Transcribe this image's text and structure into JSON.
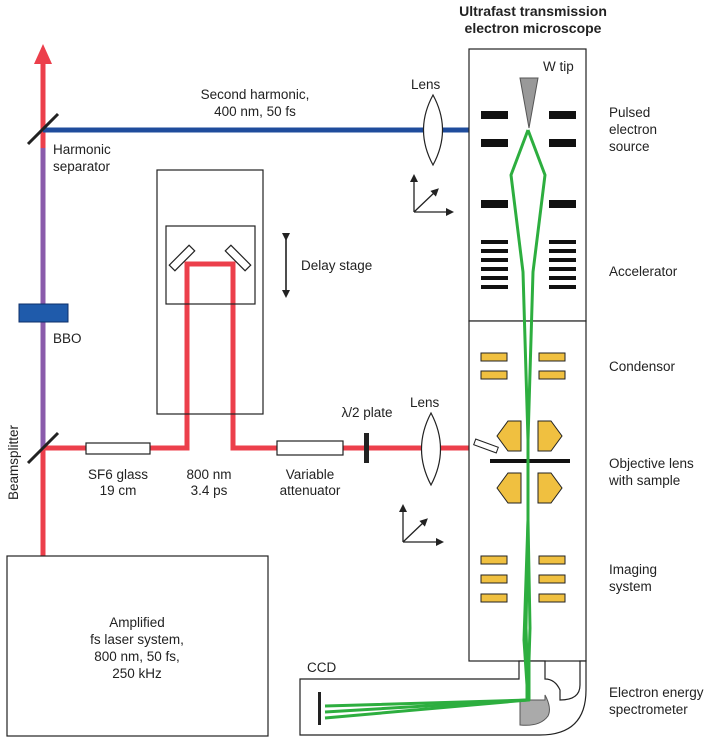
{
  "title": {
    "line1": "Ultrafast transmission",
    "line2": "electron microscope"
  },
  "labels": {
    "w_tip": "W tip",
    "lens_top": "Lens",
    "lens_bottom": "Lens",
    "second_harmonic_1": "Second harmonic,",
    "second_harmonic_2": "400 nm, 50 fs",
    "harmonic_separator_1": "Harmonic",
    "harmonic_separator_2": "separator",
    "delay_stage": "Delay stage",
    "bbo": "BBO",
    "beamsplitter": "Beamsplitter",
    "sf6_1": "SF6 glass",
    "sf6_2": "19 cm",
    "pulse_1": "800 nm",
    "pulse_2": "3.4 ps",
    "attenuator_1": "Variable",
    "attenuator_2": "attenuator",
    "half_wave": "λ/2 plate",
    "laser_1": "Amplified",
    "laser_2": "fs laser system,",
    "laser_3": "800 nm, 50 fs,",
    "laser_4": "250 kHz",
    "ccd": "CCD",
    "pulsed_1": "Pulsed",
    "pulsed_2": "electron",
    "pulsed_3": "source",
    "accelerator": "Accelerator",
    "condensor": "Condensor",
    "objective_1": "Objective lens",
    "objective_2": "with sample",
    "imaging_1": "Imaging",
    "imaging_2": "system",
    "spectrometer_1": "Electron energy",
    "spectrometer_2": "spectrometer"
  },
  "colors": {
    "ir_beam": "#ec3f4b",
    "blue_beam": "#1f4c9c",
    "uv_beam": "#8a5bab",
    "electron_beam": "#2dae3f",
    "lens_element": "#f0c040",
    "bbo_crystal": "#1f5bab",
    "outline": "#222222"
  }
}
